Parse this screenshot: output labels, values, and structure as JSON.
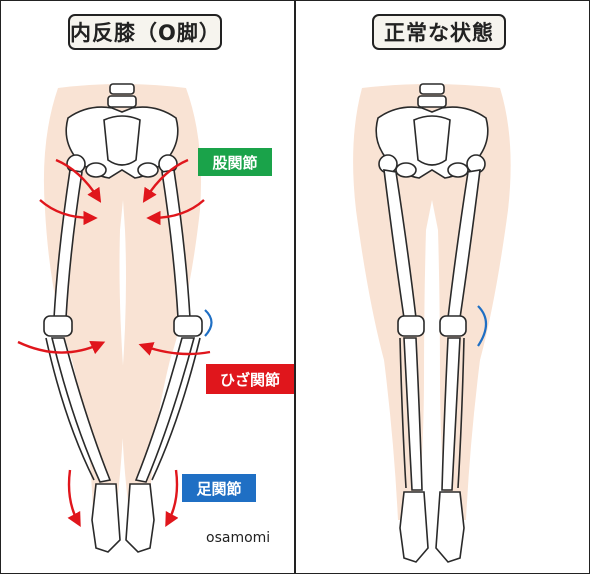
{
  "panels": {
    "left_title": "内反膝（O脚）",
    "right_title": "正常な状態"
  },
  "labels": {
    "hip": "股関節",
    "knee": "ひざ関節",
    "ankle": "足関節"
  },
  "credit": "osamomi",
  "colors": {
    "hip_label": "#1aa34a",
    "knee_label": "#e0161c",
    "ankle_label": "#1f6fc4",
    "arrow": "#e0161c",
    "knee_arc": "#1f6fc4",
    "silhouette": "#f9e3d4",
    "bone_fill": "#ffffff",
    "bone_stroke": "#2a2a2a"
  }
}
